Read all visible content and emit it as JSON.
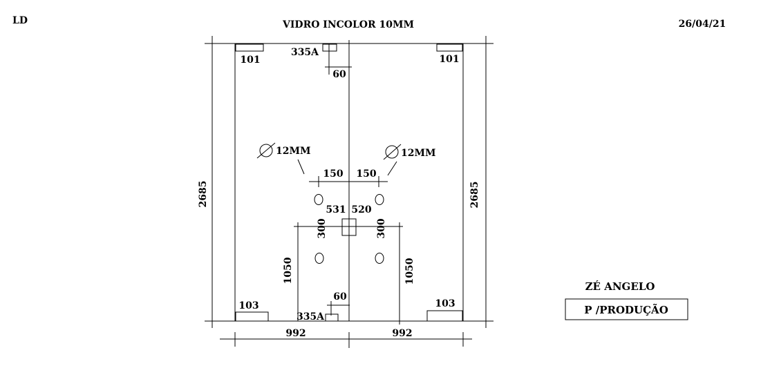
{
  "header": {
    "code": "LD",
    "title": "VIDRO INCOLOR 10MM",
    "date": "26/04/21"
  },
  "dimensions": {
    "height_left": "2685",
    "height_right": "2685",
    "width_left": "992",
    "width_right": "992",
    "hinge_top_left": "101",
    "hinge_top_right": "101",
    "hinge_bottom_left": "103",
    "hinge_bottom_right": "103",
    "pivot_top": "335A",
    "pivot_top_offset": "60",
    "pivot_bottom": "335A",
    "pivot_bottom_offset": "60",
    "hole_spacing_left": "150",
    "hole_spacing_right": "150",
    "lock_left": "531",
    "lock_right": "520",
    "handle_spacing_left": "300",
    "handle_spacing_right": "300",
    "handle_height_left": "1050",
    "handle_height_right": "1050",
    "hole_diameter_left": "12MM",
    "hole_diameter_right": "12MM"
  },
  "footer": {
    "client": "ZÉ ANGELO",
    "stamp": "P /PRODUÇÃO"
  }
}
